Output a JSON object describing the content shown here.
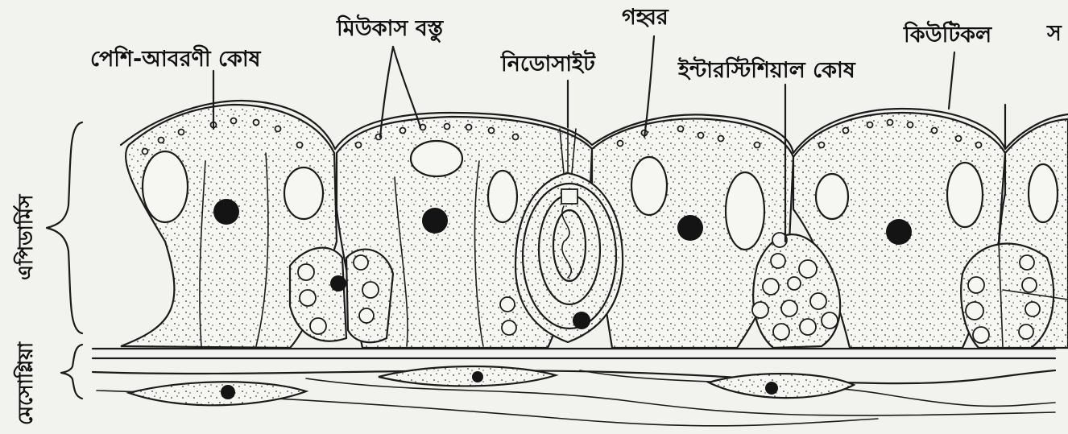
{
  "labels": {
    "muscle_cover_cell": "পেশি-আবরণী কোষ",
    "mucus_substance": "মিউকাস বস্তু",
    "cnidocyte": "নিডোসাইট",
    "cavity": "গহ্বর",
    "interstitial_cell": "ইন্টারস্টিশিয়াল কোষ",
    "cuticle": "কিউটিকল",
    "cropped_edge_char": "স",
    "epidermis": "এপিডার্মিস",
    "mesoglea": "মেসোগ্লিয়া"
  }
}
